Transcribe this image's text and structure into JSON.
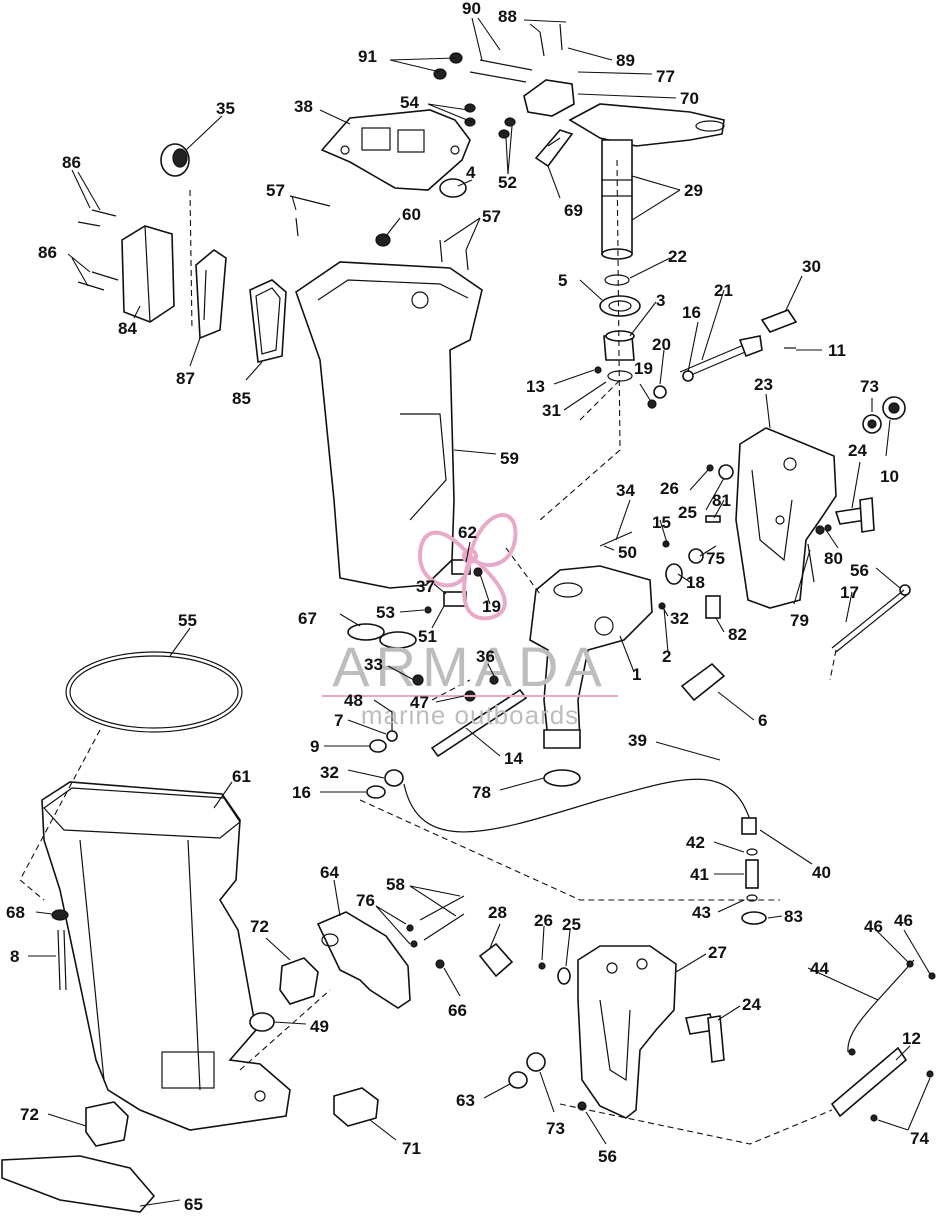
{
  "watermark": {
    "brand": "ARMADA",
    "tagline": "marine outboards",
    "logo_color": "#e9a9c9",
    "text_color": "#bdbdbd",
    "icon": "propeller-logo-icon"
  },
  "callouts": [
    {
      "id": "90",
      "label": "90"
    },
    {
      "id": "88",
      "label": "88"
    },
    {
      "id": "91",
      "label": "91"
    },
    {
      "id": "89",
      "label": "89"
    },
    {
      "id": "77",
      "label": "77"
    },
    {
      "id": "70",
      "label": "70"
    },
    {
      "id": "54",
      "label": "54"
    },
    {
      "id": "38",
      "label": "38"
    },
    {
      "id": "35",
      "label": "35"
    },
    {
      "id": "52",
      "label": "52"
    },
    {
      "id": "29",
      "label": "29"
    },
    {
      "id": "69",
      "label": "69"
    },
    {
      "id": "86a",
      "label": "86"
    },
    {
      "id": "4",
      "label": "4"
    },
    {
      "id": "57a",
      "label": "57"
    },
    {
      "id": "60",
      "label": "60"
    },
    {
      "id": "57b",
      "label": "57"
    },
    {
      "id": "22",
      "label": "22"
    },
    {
      "id": "86b",
      "label": "86"
    },
    {
      "id": "30",
      "label": "30"
    },
    {
      "id": "5",
      "label": "5"
    },
    {
      "id": "3",
      "label": "3"
    },
    {
      "id": "21",
      "label": "21"
    },
    {
      "id": "84",
      "label": "84"
    },
    {
      "id": "87",
      "label": "87"
    },
    {
      "id": "16a",
      "label": "16"
    },
    {
      "id": "11",
      "label": "11"
    },
    {
      "id": "20",
      "label": "20"
    },
    {
      "id": "13",
      "label": "13"
    },
    {
      "id": "19a",
      "label": "19"
    },
    {
      "id": "85",
      "label": "85"
    },
    {
      "id": "31",
      "label": "31"
    },
    {
      "id": "73a",
      "label": "73"
    },
    {
      "id": "23",
      "label": "23"
    },
    {
      "id": "10",
      "label": "10"
    },
    {
      "id": "59",
      "label": "59"
    },
    {
      "id": "26a",
      "label": "26"
    },
    {
      "id": "24a",
      "label": "24"
    },
    {
      "id": "34",
      "label": "34"
    },
    {
      "id": "25a",
      "label": "25"
    },
    {
      "id": "81",
      "label": "81"
    },
    {
      "id": "62",
      "label": "62"
    },
    {
      "id": "15",
      "label": "15"
    },
    {
      "id": "50",
      "label": "50"
    },
    {
      "id": "75",
      "label": "75"
    },
    {
      "id": "80",
      "label": "80"
    },
    {
      "id": "56a",
      "label": "56"
    },
    {
      "id": "37",
      "label": "37"
    },
    {
      "id": "18",
      "label": "18"
    },
    {
      "id": "19b",
      "label": "19"
    },
    {
      "id": "17",
      "label": "17"
    },
    {
      "id": "53",
      "label": "53"
    },
    {
      "id": "32a",
      "label": "32"
    },
    {
      "id": "79",
      "label": "79"
    },
    {
      "id": "51",
      "label": "51"
    },
    {
      "id": "82",
      "label": "82"
    },
    {
      "id": "55",
      "label": "55"
    },
    {
      "id": "67",
      "label": "67"
    },
    {
      "id": "2",
      "label": "2"
    },
    {
      "id": "1",
      "label": "1"
    },
    {
      "id": "33",
      "label": "33"
    },
    {
      "id": "36",
      "label": "36"
    },
    {
      "id": "48",
      "label": "48"
    },
    {
      "id": "47",
      "label": "47"
    },
    {
      "id": "6",
      "label": "6"
    },
    {
      "id": "7",
      "label": "7"
    },
    {
      "id": "14",
      "label": "14"
    },
    {
      "id": "39",
      "label": "39"
    },
    {
      "id": "9",
      "label": "9"
    },
    {
      "id": "61",
      "label": "61"
    },
    {
      "id": "32b",
      "label": "32"
    },
    {
      "id": "78",
      "label": "78"
    },
    {
      "id": "16b",
      "label": "16"
    },
    {
      "id": "42",
      "label": "42"
    },
    {
      "id": "41",
      "label": "41"
    },
    {
      "id": "40",
      "label": "40"
    },
    {
      "id": "43",
      "label": "43"
    },
    {
      "id": "83",
      "label": "83"
    },
    {
      "id": "64",
      "label": "64"
    },
    {
      "id": "58",
      "label": "58"
    },
    {
      "id": "68",
      "label": "68"
    },
    {
      "id": "76",
      "label": "76"
    },
    {
      "id": "28",
      "label": "28"
    },
    {
      "id": "26b",
      "label": "26"
    },
    {
      "id": "25b",
      "label": "25"
    },
    {
      "id": "46a",
      "label": "46"
    },
    {
      "id": "46b",
      "label": "46"
    },
    {
      "id": "72a",
      "label": "72"
    },
    {
      "id": "27",
      "label": "27"
    },
    {
      "id": "8",
      "label": "8"
    },
    {
      "id": "44",
      "label": "44"
    },
    {
      "id": "66",
      "label": "66"
    },
    {
      "id": "24b",
      "label": "24"
    },
    {
      "id": "49",
      "label": "49"
    },
    {
      "id": "12",
      "label": "12"
    },
    {
      "id": "63",
      "label": "63"
    },
    {
      "id": "73b",
      "label": "73"
    },
    {
      "id": "72b",
      "label": "72"
    },
    {
      "id": "74",
      "label": "74"
    },
    {
      "id": "71",
      "label": "71"
    },
    {
      "id": "56b",
      "label": "56"
    },
    {
      "id": "65",
      "label": "65"
    }
  ]
}
